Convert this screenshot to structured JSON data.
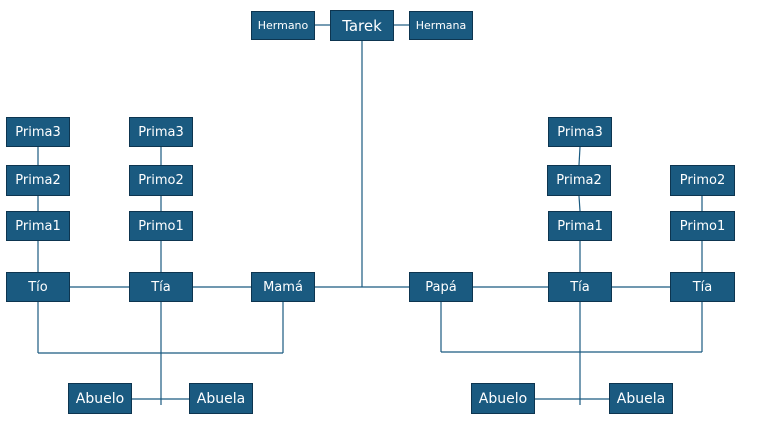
{
  "tree": {
    "center": {
      "name": "Tarek",
      "siblings": [
        "Hermano",
        "Hermana"
      ]
    },
    "maternal": {
      "parent": "Mamá",
      "aunts_uncles": [
        "Tío",
        "Tía"
      ],
      "cousins_tio": [
        "Prima3",
        "Prima2",
        "Prima1"
      ],
      "cousins_tia": [
        "Prima3",
        "Primo2",
        "Primo1"
      ],
      "grandparents": [
        "Abuelo",
        "Abuela"
      ]
    },
    "paternal": {
      "parent": "Papá",
      "aunts_uncles": [
        "Tía",
        "Tía"
      ],
      "cousins_tia1": [
        "Prima3",
        "Prima2",
        "Prima1"
      ],
      "cousins_tia2": [
        "Primo2",
        "Primo1"
      ],
      "grandparents": [
        "Abuelo",
        "Abuela"
      ]
    }
  },
  "colors": {
    "node_fill": "#1a5a80",
    "node_border": "#0d3550",
    "edge": "#1a5a80",
    "text": "#ffffff"
  }
}
